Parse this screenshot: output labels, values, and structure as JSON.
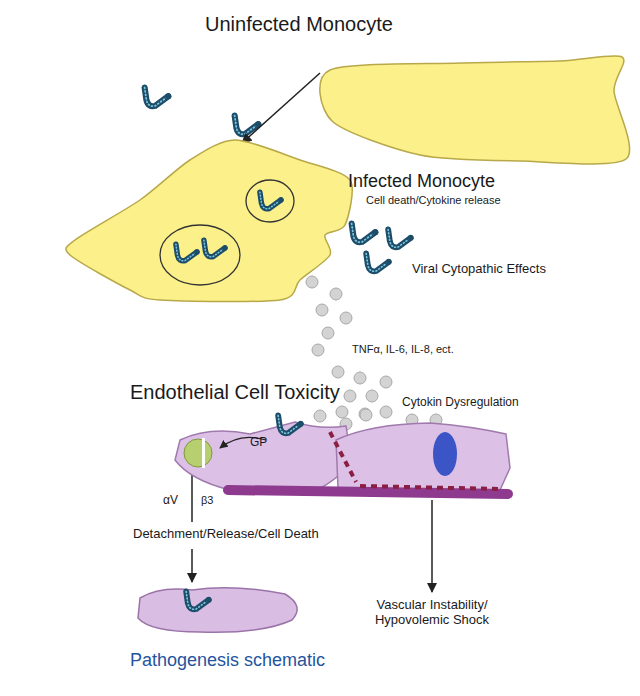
{
  "diagram": {
    "caption": "Pathogenesis schematic",
    "nodes": [
      {
        "text": [
          "Uninfected Monocyte"
        ]
      },
      {
        "text": [
          "Infected Monocyte",
          "Cell death/Cytokine release"
        ]
      },
      {
        "text": [
          "Endothelial Cell Toxicity"
        ]
      }
    ],
    "edges": [
      {
        "from": 0,
        "to": 1,
        "arrow": "to"
      }
    ],
    "labels": [
      "Viral Cytopathic Effects",
      "TNFα, IL-6, IL-8, ect.",
      "Cytokin Dysregulation",
      "GP",
      "αV",
      "β3",
      "Detachment/Release/Cell Death",
      "Vascular Instability/ Hypovolemic Shock"
    ]
  }
}
